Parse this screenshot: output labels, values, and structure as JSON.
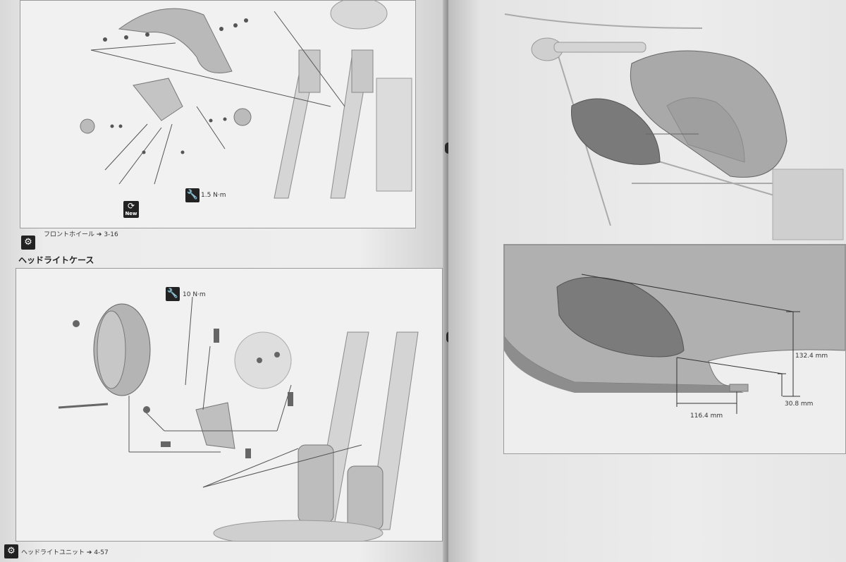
{
  "top_section": {
    "torque_value": "1.5 N·m",
    "new_label": "New",
    "reference_label": "フロントホイール",
    "reference_page": "3-16"
  },
  "headlight_case": {
    "heading": "ヘッドライトケース",
    "torque_value": "10 N·m",
    "reference_label": "ヘッドライトユニット",
    "reference_page": "4-57"
  },
  "tank_pad": {
    "dimensions": {
      "height_top": "132.4 mm",
      "height_bottom": "30.8 mm",
      "width": "116.4 mm"
    }
  },
  "icons": {
    "wrench": "🔧",
    "refresh": "⟳",
    "gear": "⚙",
    "arrow": "➔"
  }
}
